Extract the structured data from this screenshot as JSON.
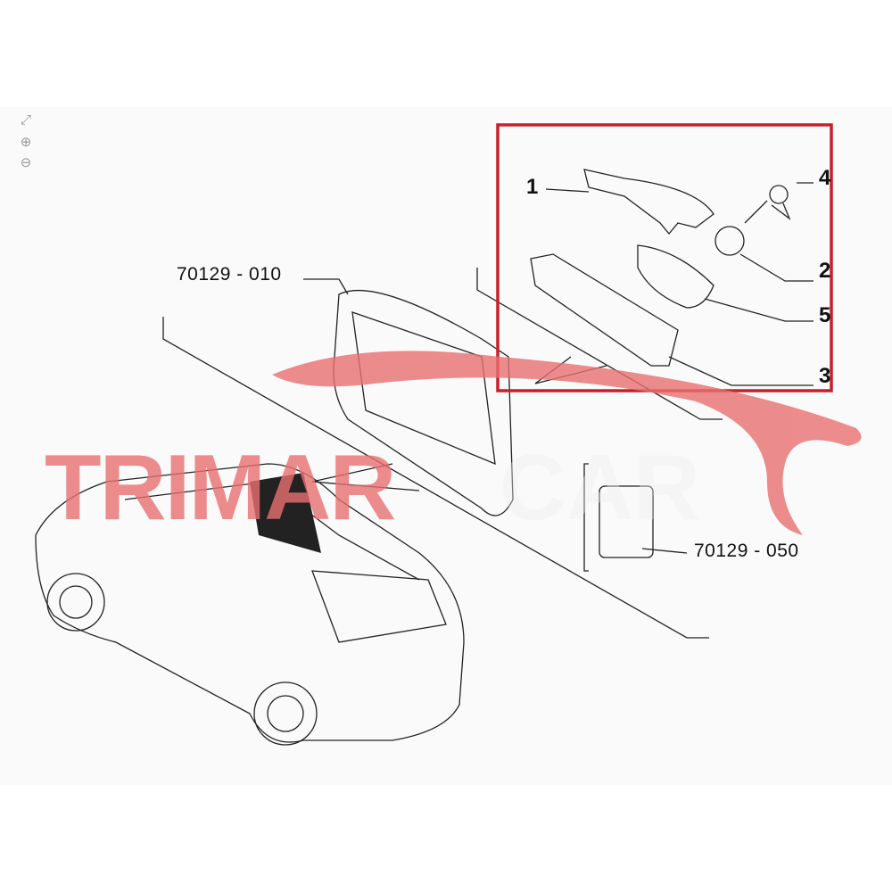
{
  "viewer_tools": [
    {
      "icon": "fit-screen-icon",
      "glyph": "⤢"
    },
    {
      "icon": "zoom-in-icon",
      "glyph": "⊕"
    },
    {
      "icon": "zoom-out-icon",
      "glyph": "⊖"
    }
  ],
  "diagram": {
    "assembly_labels": [
      "70129 - 010",
      "70129 -  050"
    ],
    "part_numbers": [
      "1",
      "4",
      "2",
      "5",
      "3"
    ],
    "highlight_color": "#c8202a"
  },
  "watermark": {
    "brand": "TRIMAR CAR",
    "color": "#e87070"
  }
}
